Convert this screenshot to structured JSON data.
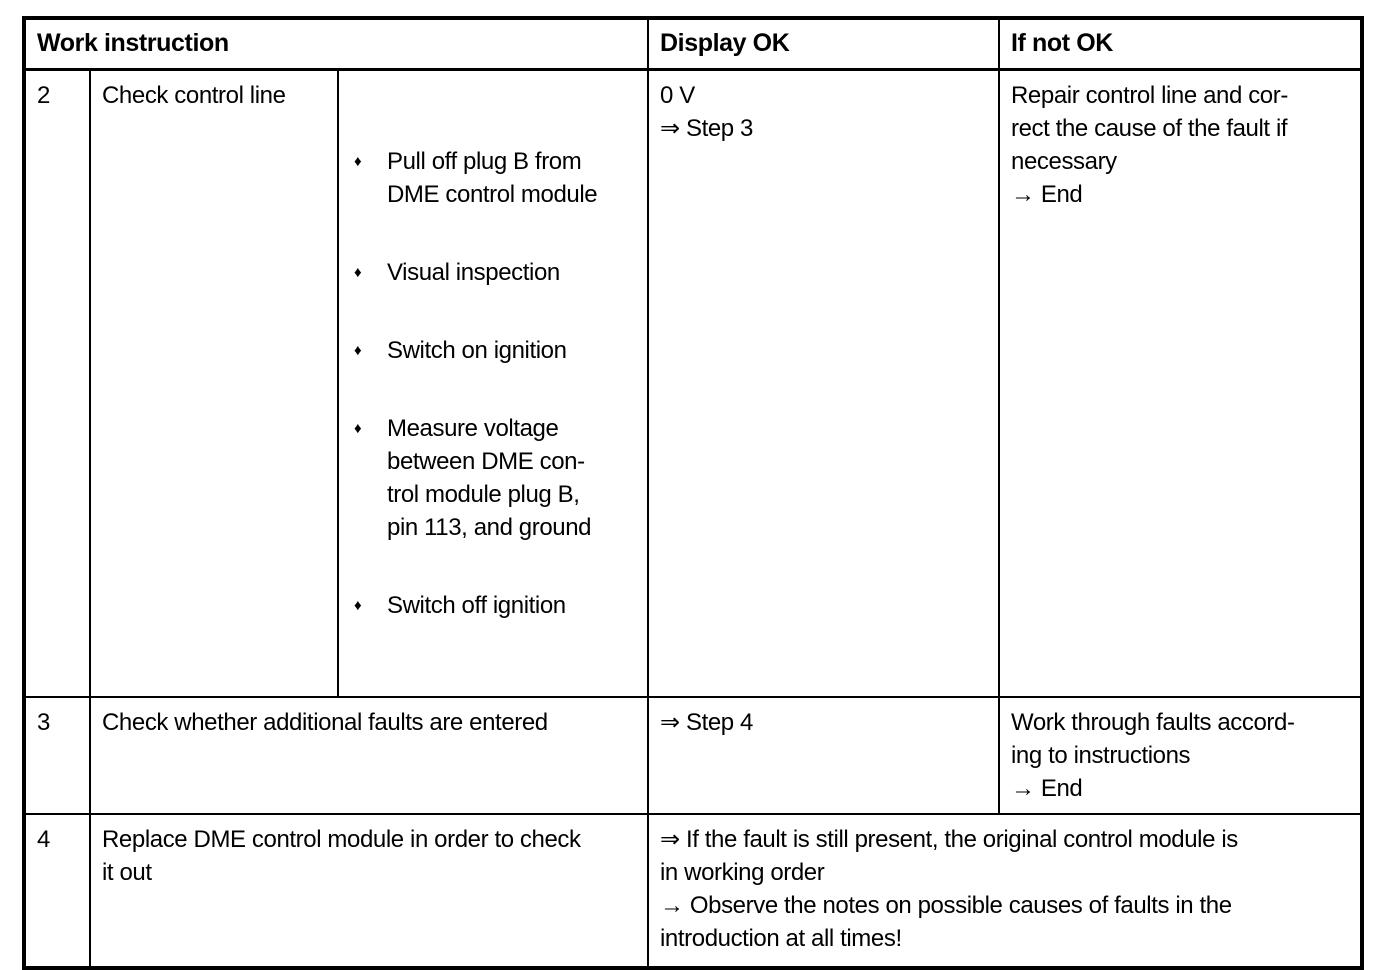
{
  "table": {
    "bullet_glyph": "♦",
    "headers": {
      "work_instruction": "Work instruction",
      "display_ok": "Display OK",
      "if_not_ok": "If not OK"
    },
    "rows": [
      {
        "step": "2",
        "title": "Check control line",
        "bullets": [
          "Pull off plug B from\nDME control module",
          "Visual inspection",
          "Switch on ignition",
          "Measure voltage\nbetween DME con-\ntrol module plug B,\npin 113, and ground",
          "Switch off ignition"
        ],
        "display_ok": "0 V\n⇒ Step 3",
        "if_not_ok": "Repair control line and cor-\nrect the cause of the fault if\nnecessary\n→ End"
      },
      {
        "step": "3",
        "instruction": "Check whether additional faults are entered",
        "display_ok": "⇒ Step 4",
        "if_not_ok": "Work through faults accord-\ning to instructions\n→ End"
      },
      {
        "step": "4",
        "instruction": "Replace DME control module in order to check\nit out",
        "result": "⇒ If the fault is still present, the original control module is\nin working order\n→ Observe the notes on possible causes of faults in the\nintroduction at all times!"
      }
    ]
  }
}
